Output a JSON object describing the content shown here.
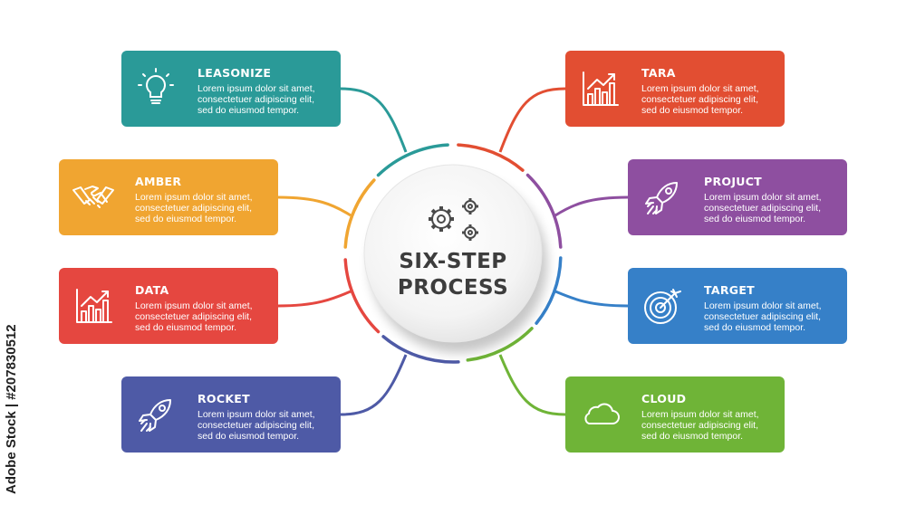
{
  "center": {
    "line1": "SIX-STEP",
    "line2": "PROCESS",
    "icon": "gears-icon"
  },
  "credit": "Adobe Stock | #207830512",
  "cards": {
    "leasonize": {
      "title": "LEASONIZE",
      "line1": "Lorem ipsum dolor sit amet,",
      "line2": "consectetuer adipiscing elit,",
      "line3": "sed do eiusmod tempor.",
      "color": "#2a9a98",
      "icon": "lightbulb-icon"
    },
    "amber": {
      "title": "AMBER",
      "line1": "Lorem ipsum dolor sit amet,",
      "line2": "consectetuer adipiscing elit,",
      "line3": "sed do eiusmod tempor.",
      "color": "#f0a531",
      "icon": "handshake-icon"
    },
    "data": {
      "title": "DATA",
      "line1": "Lorem ipsum dolor sit amet,",
      "line2": "consectetuer adipiscing elit,",
      "line3": "sed do eiusmod tempor.",
      "color": "#e54740",
      "icon": "chart-icon"
    },
    "rocket": {
      "title": "ROCKET",
      "line1": "Lorem ipsum dolor sit amet,",
      "line2": "consectetuer adipiscing elit,",
      "line3": "sed do eiusmod tempor.",
      "color": "#4e5aa6",
      "icon": "rocket-icon"
    },
    "tara": {
      "title": "TARA",
      "line1": "Lorem ipsum dolor sit amet,",
      "line2": "consectetuer adipiscing elit,",
      "line3": "sed do eiusmod tempor.",
      "color": "#e24e32",
      "icon": "chart-icon"
    },
    "project": {
      "title": "PROJUCT",
      "line1": "Lorem ipsum dolor sit amet,",
      "line2": "consectetuer adipiscing elit,",
      "line3": "sed do eiusmod tempor.",
      "color": "#8e4fa0",
      "icon": "rocket-icon"
    },
    "target": {
      "title": "TARGET",
      "line1": "Lorem ipsum dolor sit amet,",
      "line2": "consectetuer adipiscing elit,",
      "line3": "sed do eiusmod tempor.",
      "color": "#3680c8",
      "icon": "target-icon"
    },
    "cloud": {
      "title": "CLOUD",
      "line1": "Lorem ipsum dolor sit amet,",
      "line2": "consectetuer adipiscing elit,",
      "line3": "sed do eiusmod tempor.",
      "color": "#6fb437",
      "icon": "cloud-icon"
    }
  }
}
